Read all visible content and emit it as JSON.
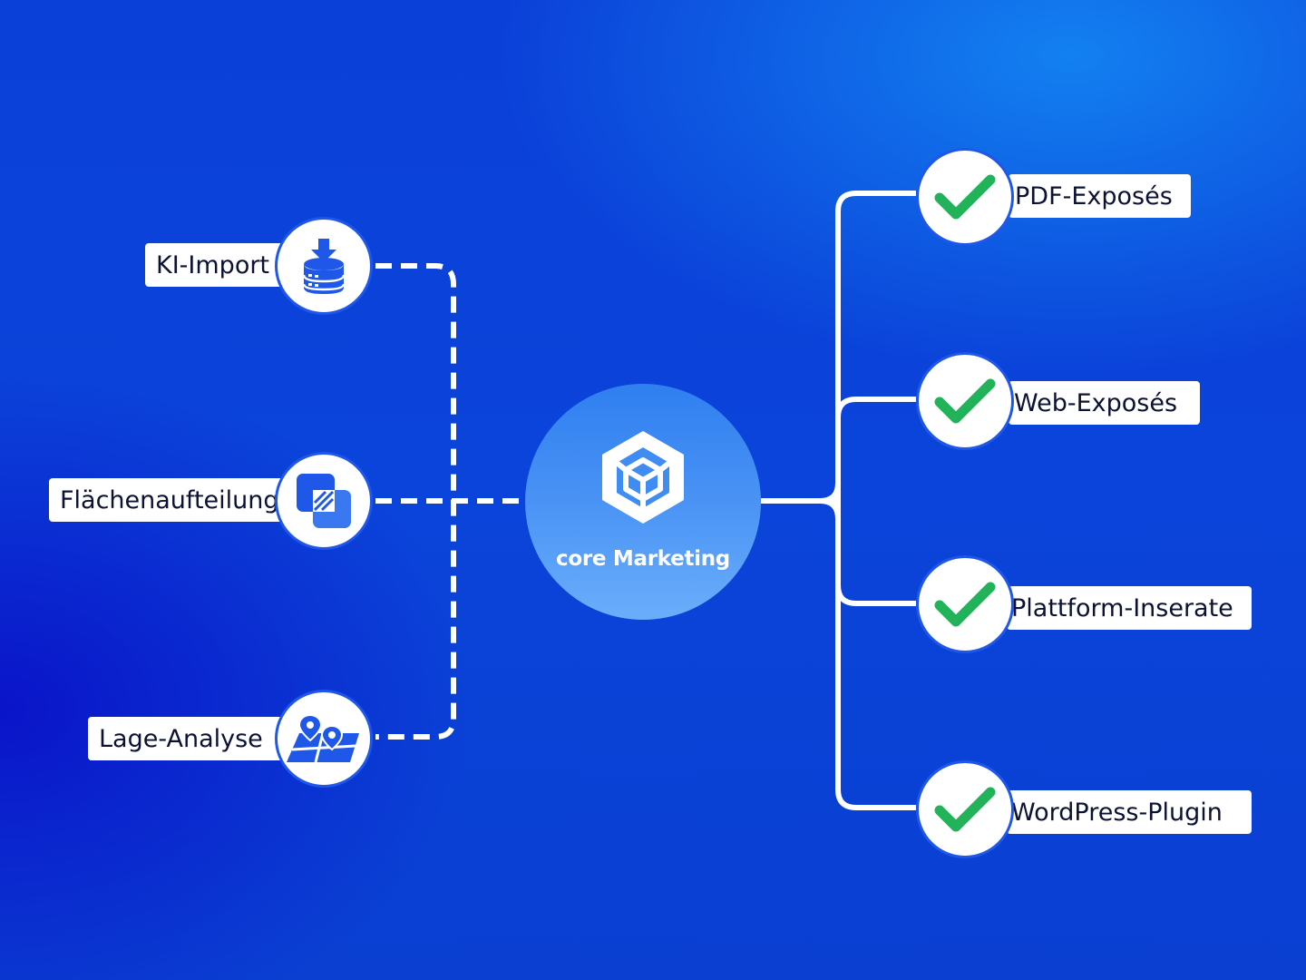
{
  "hub": {
    "title": "core Marketing",
    "icon": "cube-hexagon-logo-icon"
  },
  "inputs": [
    {
      "label": "KI-Import",
      "icon": "database-download-icon"
    },
    {
      "label": "Flächenaufteilung",
      "icon": "layout-split-icon"
    },
    {
      "label": "Lage-Analyse",
      "icon": "map-pin-icon"
    }
  ],
  "outputs": [
    {
      "label": "PDF-Exposés",
      "icon": "check-icon"
    },
    {
      "label": "Web-Exposés",
      "icon": "check-icon"
    },
    {
      "label": "Plattform-Inserate",
      "icon": "check-icon"
    },
    {
      "label": "WordPress-Plugin",
      "icon": "check-icon"
    }
  ],
  "colors": {
    "background": "#0b44da",
    "accent": "#1f57e8",
    "check": "#22b35a",
    "hub_top": "#2f7ff0",
    "hub_bottom": "#6aaefb",
    "text": "#0b1233"
  }
}
